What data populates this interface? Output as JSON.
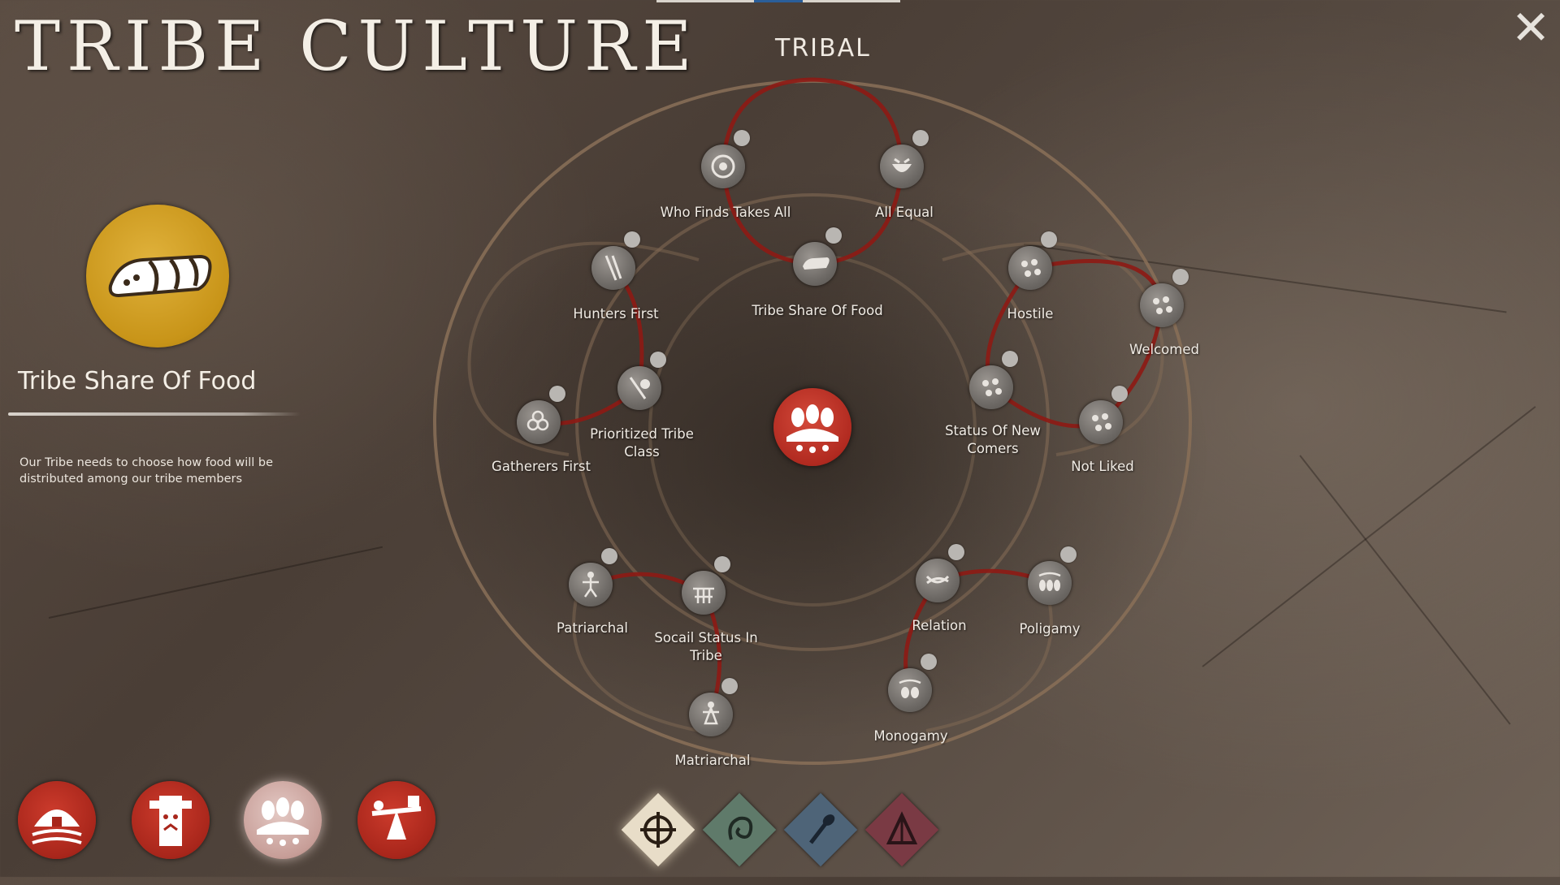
{
  "screen": {
    "title": "TRIBE CULTURE",
    "category_title": "TRIBAL",
    "close_symbol": "✕"
  },
  "selected": {
    "name": "Tribe Share Of Food",
    "description": "Our Tribe needs to choose how food will be distributed among our tribe members",
    "icon": "bread-icon",
    "color": "#c89418"
  },
  "colors": {
    "accent_red": "#b12a20",
    "ring_brown": "#8a7058",
    "link_red": "#8e1a14",
    "text": "#f0ebe4"
  },
  "nodes": [
    {
      "label": "Who Finds Takes All",
      "icon": "gear-token-icon"
    },
    {
      "label": "All Equal",
      "icon": "shared-pot-icon"
    },
    {
      "label": "Tribe Share Of Food",
      "icon": "bread-icon"
    },
    {
      "label": "Hunters First",
      "icon": "spear-icon"
    },
    {
      "label": "Prioritized Tribe Class",
      "icon": "hand-bowl-icon"
    },
    {
      "label": "Gatherers First",
      "icon": "berries-icon"
    },
    {
      "label": "Hostile",
      "icon": "dots-face-icon"
    },
    {
      "label": "Welcomed",
      "icon": "dots-face-icon"
    },
    {
      "label": "Status Of New Comers",
      "icon": "dots-face-icon"
    },
    {
      "label": "Not Liked",
      "icon": "dots-face-icon"
    },
    {
      "label": "Patriarchal",
      "icon": "man-figure-icon"
    },
    {
      "label": "Socail Status In Tribe",
      "icon": "totem-figures-icon"
    },
    {
      "label": "Matriarchal",
      "icon": "woman-figure-icon"
    },
    {
      "label": "Relation",
      "icon": "hands-icon"
    },
    {
      "label": "Poligamy",
      "icon": "family-icon"
    },
    {
      "label": "Monogamy",
      "icon": "couple-icon"
    }
  ],
  "center_category_icon": "tribe-people-icon",
  "bottom_categories": [
    {
      "icon": "hut-icon",
      "selected": false
    },
    {
      "icon": "totem-icon",
      "selected": false
    },
    {
      "icon": "tribe-people-icon",
      "selected": true
    },
    {
      "icon": "scales-icon",
      "selected": false
    }
  ],
  "bottom_tabs": [
    {
      "icon": "sun-wheel-icon",
      "color": "#e8ddc8",
      "active": true
    },
    {
      "icon": "mind-spiral-icon",
      "color": "#5f7a6a",
      "active": false
    },
    {
      "icon": "club-icon",
      "color": "#4e6478",
      "active": false
    },
    {
      "icon": "tent-icon",
      "color": "#7a3a44",
      "active": false
    }
  ]
}
